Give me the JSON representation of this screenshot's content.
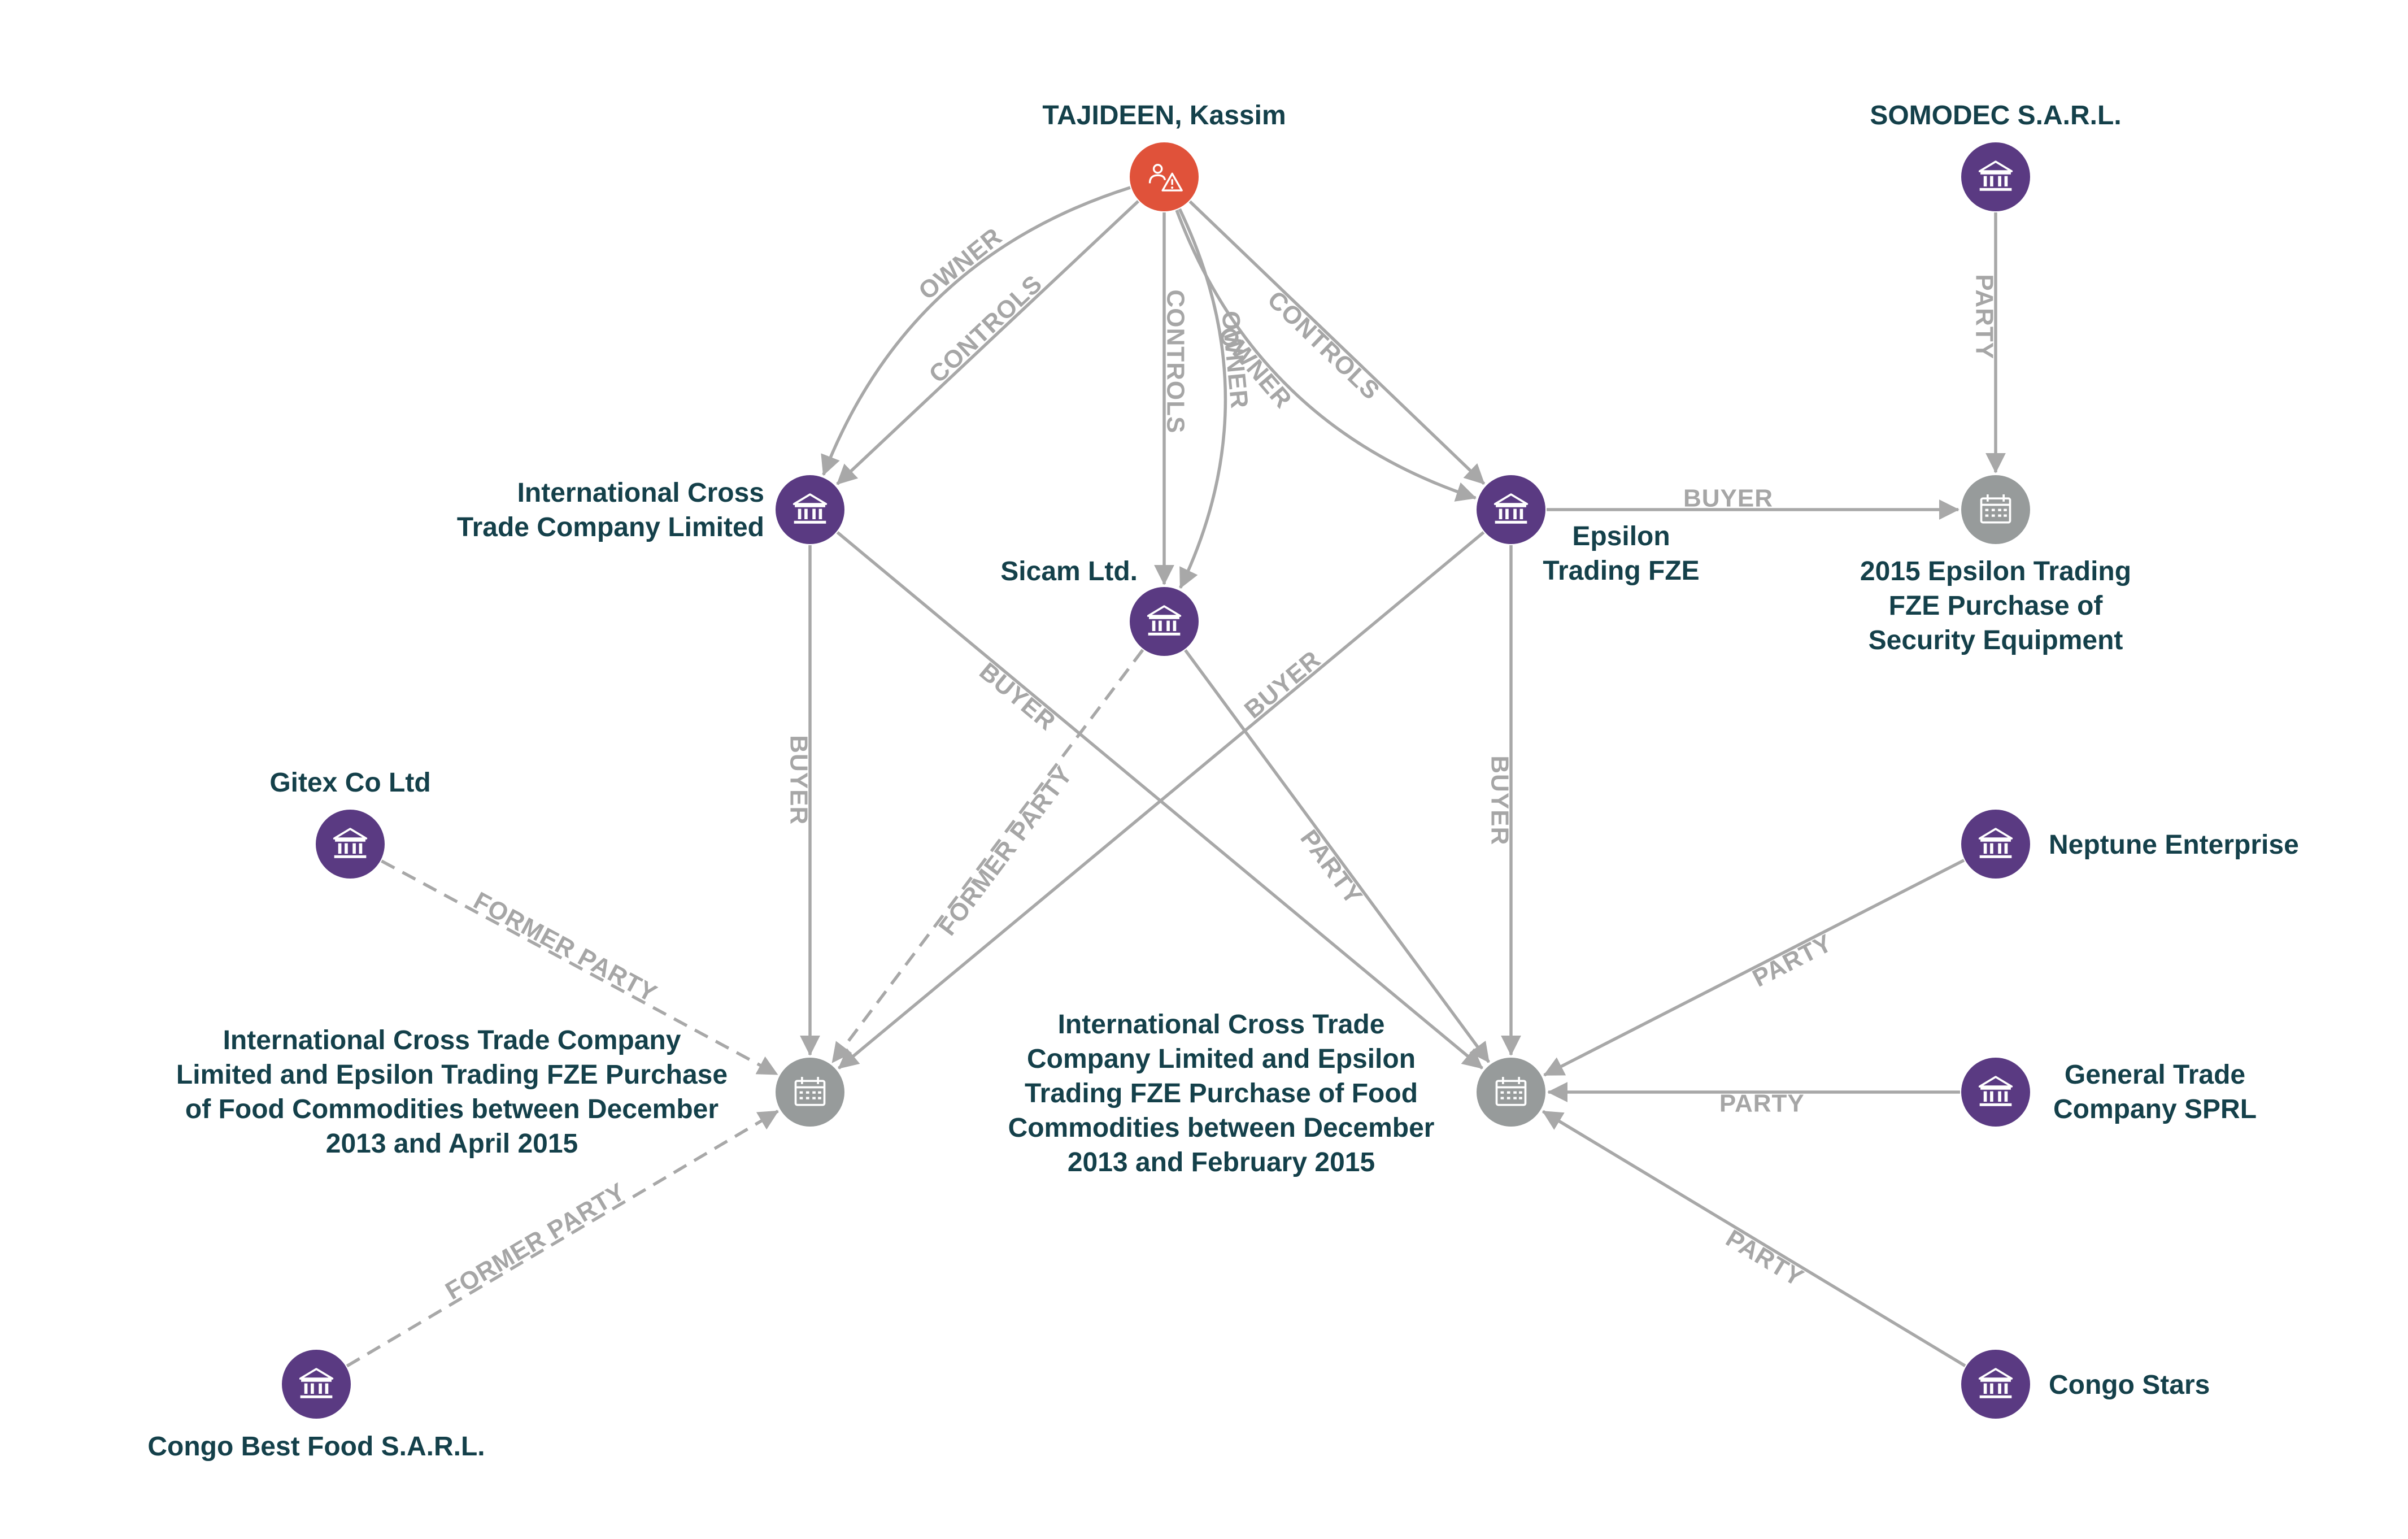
{
  "colors": {
    "organization": "#5a3a82",
    "event": "#979b9b",
    "person_flagged": "#e0523a",
    "edge": "#a8a8a8",
    "edge_label": "#a6a6a6",
    "node_label": "#14404a"
  },
  "nodes": [
    {
      "id": "tajideen",
      "kind": "person-warning",
      "icon": "person-warning-icon",
      "label": [
        "TAJIDEEN, Kassim"
      ]
    },
    {
      "id": "somodec",
      "kind": "organization",
      "icon": "bank-icon",
      "label": [
        "SOMODEC S.A.R.L."
      ]
    },
    {
      "id": "ictc",
      "kind": "organization",
      "icon": "bank-icon",
      "label": [
        "International Cross",
        "Trade Company Limited"
      ]
    },
    {
      "id": "sicam",
      "kind": "organization",
      "icon": "bank-icon",
      "label": [
        "Sicam Ltd."
      ]
    },
    {
      "id": "epsilon",
      "kind": "organization",
      "icon": "bank-icon",
      "label": [
        "Epsilon",
        "Trading FZE"
      ]
    },
    {
      "id": "event2015",
      "kind": "event",
      "icon": "calendar-icon",
      "label": [
        "2015 Epsilon Trading",
        "FZE Purchase of",
        "Security Equipment"
      ]
    },
    {
      "id": "gitex",
      "kind": "organization",
      "icon": "bank-icon",
      "label": [
        "Gitex Co Ltd"
      ]
    },
    {
      "id": "neptune",
      "kind": "organization",
      "icon": "bank-icon",
      "label": [
        "Neptune Enterprise"
      ]
    },
    {
      "id": "eventApril",
      "kind": "event",
      "icon": "calendar-icon",
      "label": [
        "International Cross Trade Company",
        "Limited and Epsilon Trading FZE Purchase",
        "of Food Commodities between December",
        "2013 and April 2015"
      ]
    },
    {
      "id": "eventFeb",
      "kind": "event",
      "icon": "calendar-icon",
      "label": [
        "International Cross Trade",
        "Company Limited and Epsilon",
        "Trading FZE Purchase of Food",
        "Commodities between December",
        "2013 and February 2015"
      ]
    },
    {
      "id": "general",
      "kind": "organization",
      "icon": "bank-icon",
      "label": [
        "General Trade",
        "Company SPRL"
      ]
    },
    {
      "id": "congobest",
      "kind": "organization",
      "icon": "bank-icon",
      "label": [
        "Congo Best Food S.A.R.L."
      ]
    },
    {
      "id": "congostars",
      "kind": "organization",
      "icon": "bank-icon",
      "label": [
        "Congo Stars"
      ]
    }
  ],
  "edges": [
    {
      "from": "tajideen",
      "to": "ictc",
      "label": "OWNER",
      "style": "solid"
    },
    {
      "from": "tajideen",
      "to": "ictc",
      "label": "CONTROLS",
      "style": "solid"
    },
    {
      "from": "tajideen",
      "to": "sicam",
      "label": "CONTROLS",
      "style": "solid"
    },
    {
      "from": "tajideen",
      "to": "sicam",
      "label": "OWNER",
      "style": "solid"
    },
    {
      "from": "tajideen",
      "to": "epsilon",
      "label": "CONTROLS",
      "style": "solid"
    },
    {
      "from": "tajideen",
      "to": "epsilon",
      "label": "OWNER",
      "style": "solid"
    },
    {
      "from": "somodec",
      "to": "event2015",
      "label": "PARTY",
      "style": "solid"
    },
    {
      "from": "epsilon",
      "to": "event2015",
      "label": "BUYER",
      "style": "solid"
    },
    {
      "from": "ictc",
      "to": "eventApril",
      "label": "BUYER",
      "style": "solid"
    },
    {
      "from": "ictc",
      "to": "eventFeb",
      "label": "BUYER",
      "style": "solid"
    },
    {
      "from": "epsilon",
      "to": "eventApril",
      "label": "BUYER",
      "style": "solid"
    },
    {
      "from": "epsilon",
      "to": "eventFeb",
      "label": "BUYER",
      "style": "solid"
    },
    {
      "from": "sicam",
      "to": "eventApril",
      "label": "FORMER PARTY",
      "style": "dashed"
    },
    {
      "from": "sicam",
      "to": "eventFeb",
      "label": "PARTY",
      "style": "solid"
    },
    {
      "from": "gitex",
      "to": "eventApril",
      "label": "FORMER PARTY",
      "style": "dashed"
    },
    {
      "from": "congobest",
      "to": "eventApril",
      "label": "FORMER PARTY",
      "style": "dashed"
    },
    {
      "from": "neptune",
      "to": "eventFeb",
      "label": "PARTY",
      "style": "solid"
    },
    {
      "from": "general",
      "to": "eventFeb",
      "label": "PARTY",
      "style": "solid"
    },
    {
      "from": "congostars",
      "to": "eventFeb",
      "label": "PARTY",
      "style": "solid"
    }
  ]
}
